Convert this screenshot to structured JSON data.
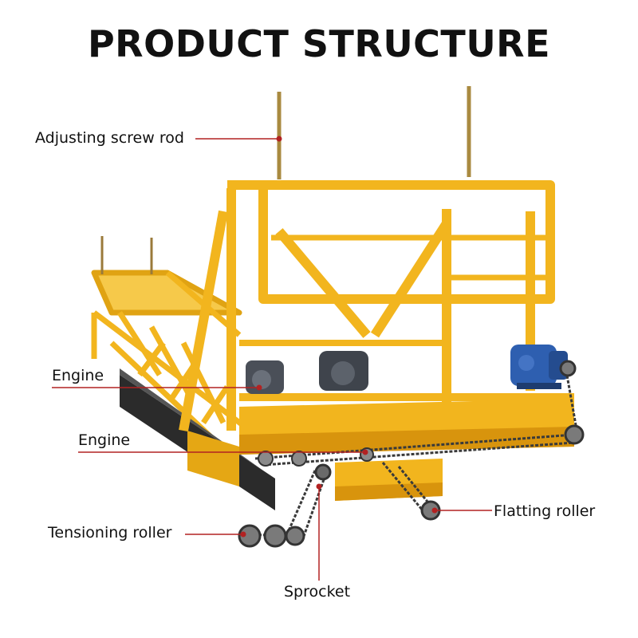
{
  "title": "PRODUCT STRUCTURE",
  "labels": {
    "adjusting_screw_rod": "Adjusting screw rod",
    "engine_upper": "Engine",
    "engine_lower": "Engine",
    "tensioning_roller": "Tensioning roller",
    "flatting_roller": "Flatting roller",
    "sprocket": "Sprocket"
  },
  "colors": {
    "frame": "#f2b51e",
    "frame_dark": "#d8940d",
    "leader_line": "#b22222",
    "motor": "#2e4a7a",
    "chain": "#3a3a3a",
    "text": "#111111"
  }
}
